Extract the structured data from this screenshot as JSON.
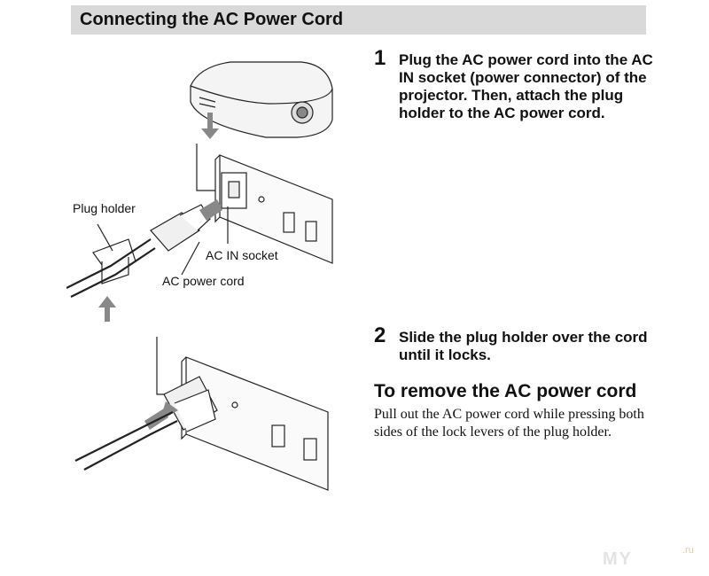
{
  "section": {
    "title": "Connecting the AC Power Cord"
  },
  "callouts": {
    "plug_holder": "Plug holder",
    "ac_in_socket": "AC IN socket",
    "ac_power_cord": "AC power cord"
  },
  "steps": [
    {
      "number": "1",
      "text": "Plug the AC power cord into the AC IN socket (power connector) of the projector. Then, attach the plug holder to the AC power cord."
    },
    {
      "number": "2",
      "text": "Slide the plug holder over the cord until it locks."
    }
  ],
  "remove": {
    "heading": "To remove the AC power cord",
    "text": "Pull out the AC power cord while pressing both sides of the lock levers of the plug holder."
  },
  "watermark": {
    "text": "MY",
    "suffix": ".ru"
  }
}
